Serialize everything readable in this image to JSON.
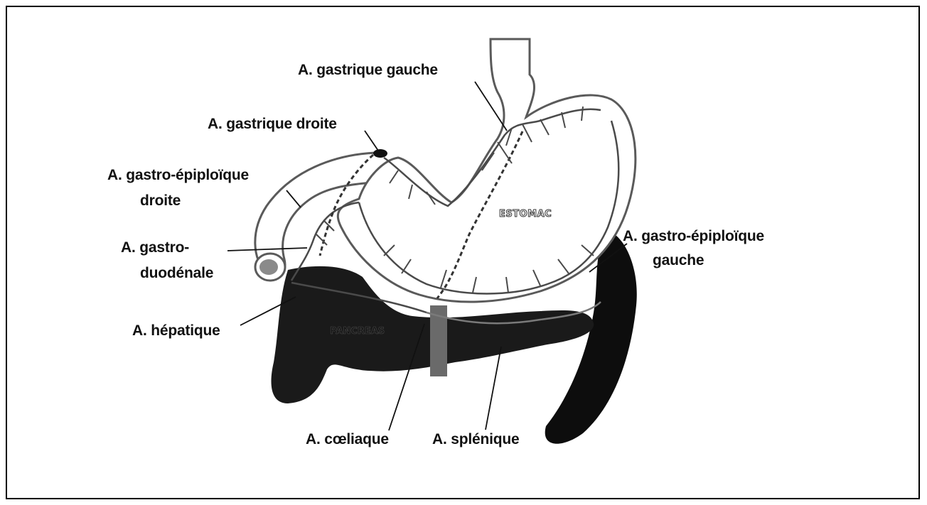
{
  "labels": {
    "gastrique_gauche": "A. gastrique gauche",
    "gastrique_droite": "A. gastrique droite",
    "gastro_epiploique_droite_line1": "A. gastro-épiploïque",
    "gastro_epiploique_droite_line2": "droite",
    "gastroduodenale_line1": "A. gastro-",
    "gastroduodenale_line2": "duodénale",
    "hepatique": "A. hépatique",
    "coeliaque": "A. cœliaque",
    "splenique": "A. splénique",
    "gastro_epiploique_gauche_line1": "A. gastro-épiploïque",
    "gastro_epiploique_gauche_line2": "gauche"
  },
  "organs": {
    "estomac": "ESTOMAC",
    "pancreas": "PANCREAS"
  },
  "colors": {
    "outline": "#5a5a5a",
    "artery": "#4a4a4a",
    "dark_organ": "#0d0d0d",
    "pancreas": "#1a1a1a",
    "aorta": "#6a6a6a"
  }
}
